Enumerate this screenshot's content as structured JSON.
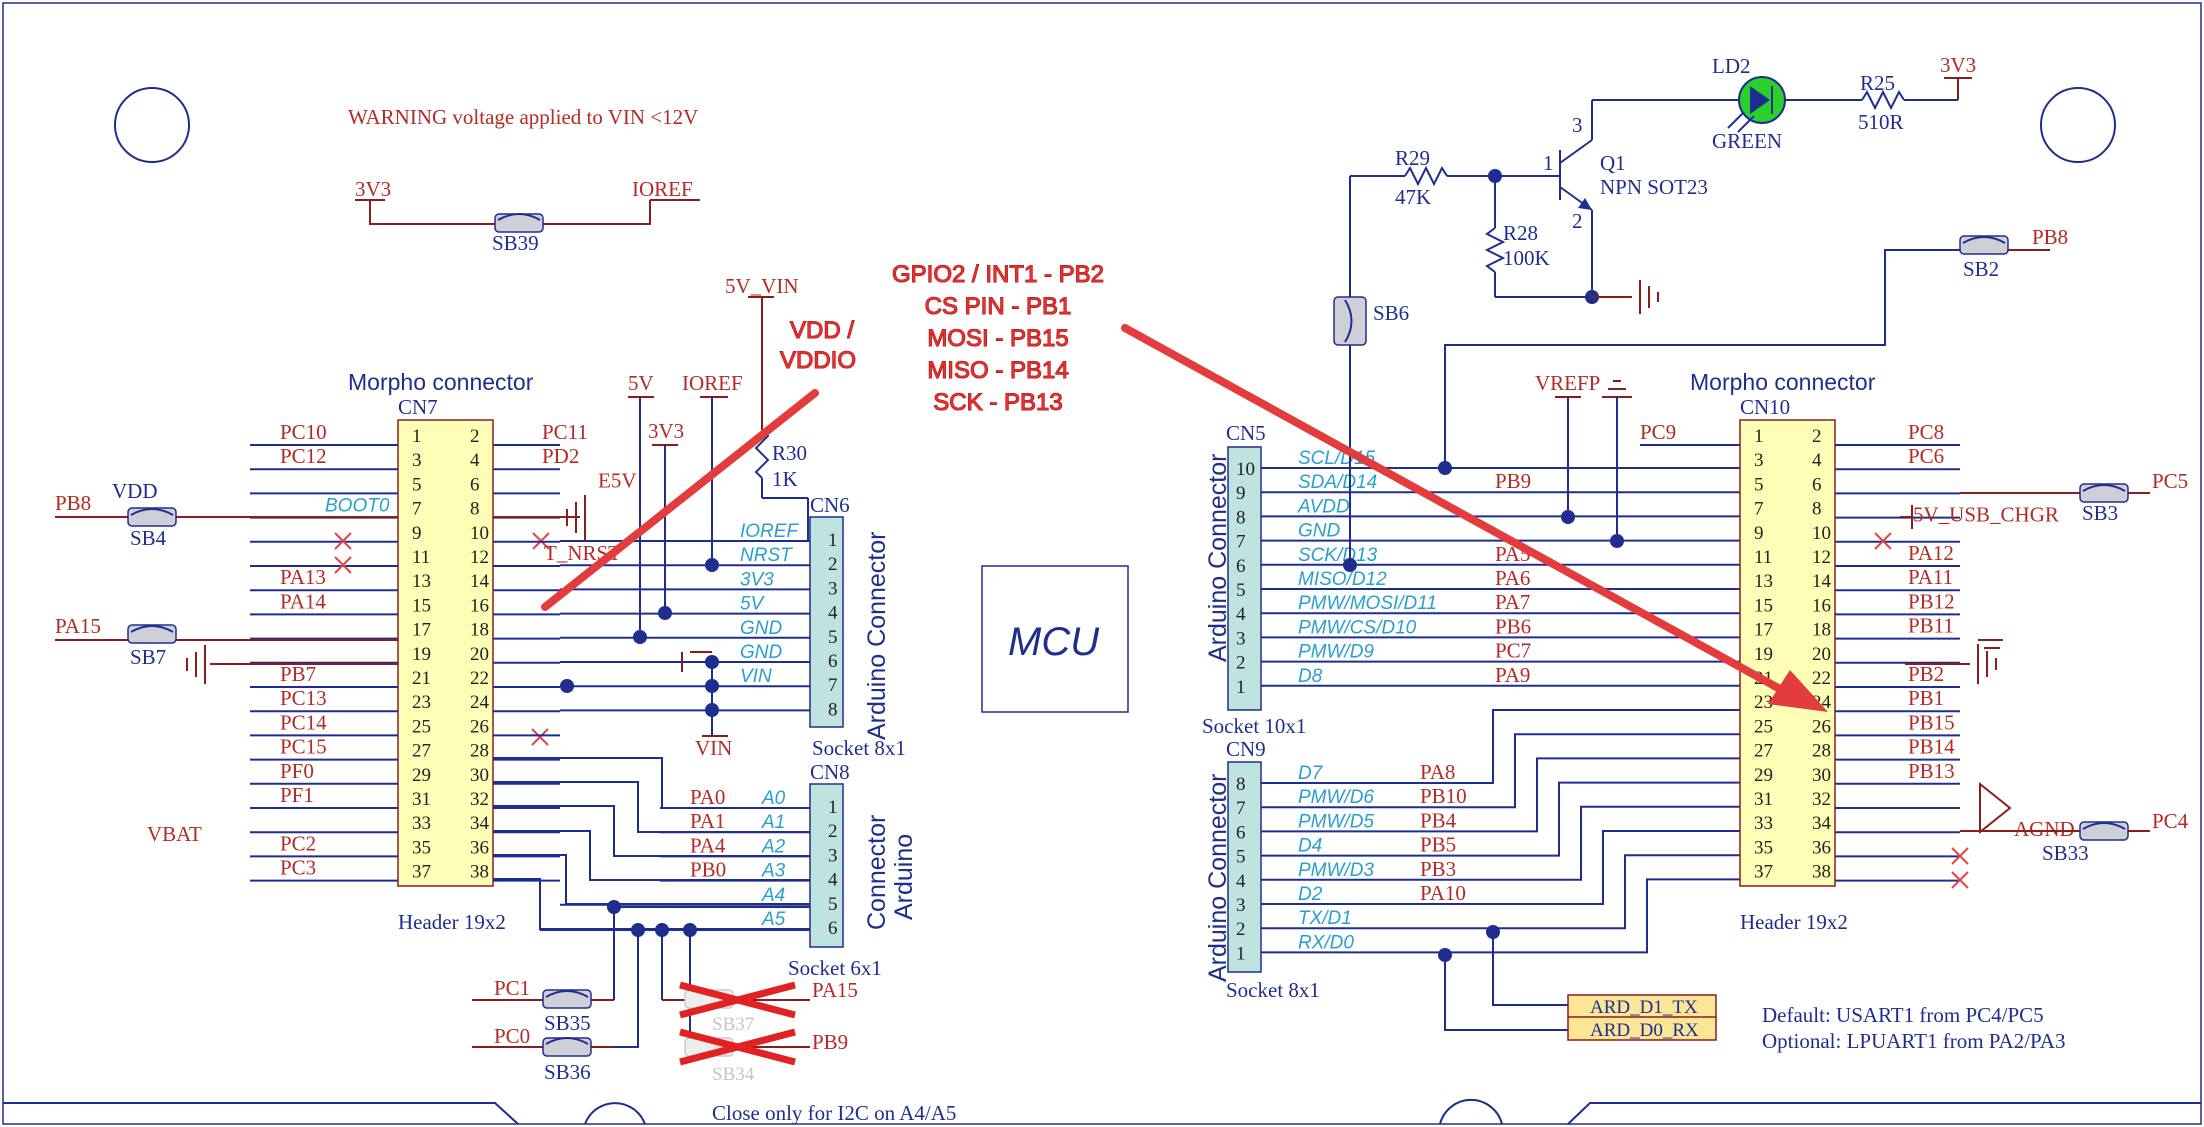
{
  "warning": "WARNING voltage applied to VIN <12V",
  "sb39": {
    "left": "3V3",
    "right": "IOREF",
    "label": "SB39"
  },
  "annotation_left": {
    "line1": "VDD /",
    "line2": "VDDIO"
  },
  "annotation_center": [
    "GPIO2 / INT1 - PB2",
    "CS PIN - PB1",
    "MOSI - PB15",
    "MISO - PB14",
    "SCK - PB13"
  ],
  "mcu_label": "MCU",
  "cn7": {
    "title": "Morpho connector",
    "ref": "CN7",
    "footer": "Header 19x2",
    "left_nets": [
      "PC10",
      "PC12",
      "",
      "BOOT0",
      "",
      "",
      "PA13",
      "PA14",
      "",
      "",
      "PB7",
      "PC13",
      "PC14",
      "PC15",
      "PF0",
      "PF1",
      "",
      "PC2",
      "PC3"
    ],
    "right_nets": [
      "PC11",
      "PD2",
      "E5V",
      "",
      "",
      "T_NRST",
      "",
      "",
      "",
      "",
      "",
      "",
      "",
      "",
      "",
      "",
      "",
      "",
      ""
    ],
    "vdd": "VDD",
    "vbat": "VBAT",
    "sb4": {
      "net": "PB8",
      "label": "SB4"
    },
    "sb7": {
      "net": "PA15",
      "label": "SB7"
    }
  },
  "power_labels": {
    "v5_vin": "5V_VIN",
    "v5": "5V",
    "ioref": "IOREF",
    "v3v3": "3V3",
    "vin": "VIN"
  },
  "r30": {
    "ref": "R30",
    "value": "1K"
  },
  "cn6": {
    "ref": "CN6",
    "title": "Arduino Connector",
    "footer": "Socket 8x1",
    "signals": [
      "IOREF",
      "NRST",
      "3V3",
      "5V",
      "GND",
      "GND",
      "VIN"
    ]
  },
  "cn8": {
    "ref": "CN8",
    "title_line1": "Connector",
    "title_line2": "Arduino",
    "footer": "Socket 6x1",
    "signals": [
      "A0",
      "A1",
      "A2",
      "A3",
      "A4",
      "A5"
    ],
    "nets": [
      "PA0",
      "PA1",
      "PA4",
      "PB0",
      "",
      ""
    ]
  },
  "bottom_left": {
    "sb35": "SB35",
    "sb35_net": "PC1",
    "sb36": "SB36",
    "sb36_net": "PC0",
    "sb37": "SB37",
    "sb37_net": "PA15",
    "sb34": "SB34",
    "sb34_net": "PB9",
    "note": "Close only for I2C on A4/A5"
  },
  "cn5": {
    "ref": "CN5",
    "title": "Arduino Connector",
    "footer": "Socket 10x1",
    "signals": [
      "SCL/D15",
      "SDA/D14",
      "AVDD",
      "GND",
      "SCK/D13",
      "MISO/D12",
      "PMW/MOSI/D11",
      "PMW/CS/D10",
      "PMW/D9",
      "D8"
    ],
    "nets": [
      "",
      "PB9",
      "",
      "",
      "PA5",
      "PA6",
      "PA7",
      "PB6",
      "PC7",
      "PA9"
    ]
  },
  "cn9": {
    "ref": "CN9",
    "title": "Arduino Connector",
    "footer": "Socket 8x1",
    "signals": [
      "D7",
      "PMW/D6",
      "PMW/D5",
      "D4",
      "PMW/D3",
      "D2",
      "TX/D1",
      "RX/D0"
    ],
    "nets": [
      "PA8",
      "PB10",
      "PB4",
      "PB5",
      "PB3",
      "PA10",
      "",
      ""
    ]
  },
  "vrefp": "VREFP",
  "sb6": "SB6",
  "transistor": {
    "r29": "R29",
    "r29v": "47K",
    "r28": "R28",
    "r28v": "100K",
    "q1": "Q1",
    "q1v": "NPN SOT23",
    "ld2": "LD2",
    "green": "GREEN",
    "r25": "R25",
    "r25v": "510R",
    "v3v3": "3V3",
    "pin1": "1",
    "pin2": "2",
    "pin3": "3"
  },
  "sb2": {
    "label": "SB2",
    "net": "PB8"
  },
  "cn10": {
    "title": "Morpho connector",
    "ref": "CN10",
    "footer": "Header 19x2",
    "left_nets": [
      "PC9",
      "",
      "",
      "",
      "",
      "",
      "",
      "",
      "",
      "",
      "",
      "",
      "",
      "",
      "",
      "",
      "",
      "",
      ""
    ],
    "right_nets": [
      "PC8",
      "PC6",
      "",
      "5V_USB_CHGR",
      "",
      "PA12",
      "PA11",
      "PB12",
      "PB11",
      "",
      "PB2",
      "PB1",
      "PB15",
      "PB14",
      "PB13",
      "",
      "AGND",
      "",
      ""
    ],
    "sb3": {
      "label": "SB3",
      "net": "PC5"
    },
    "sb33": {
      "label": "SB33",
      "net": "PC4"
    }
  },
  "ard_boxes": [
    "ARD_D1_TX",
    "ARD_D0_RX"
  ],
  "default_note": [
    "Default: USART1 from PC4/PC5",
    "Optional: LPUART1 from PA2/PA3"
  ],
  "colors": {
    "wire": "#1f2e8e",
    "label_red": "#b42a24",
    "header_fill": "#fefeb6",
    "socket_fill": "#bfe3de",
    "annotation": "#e8302f",
    "arduino_label": "#2a9fcf"
  }
}
